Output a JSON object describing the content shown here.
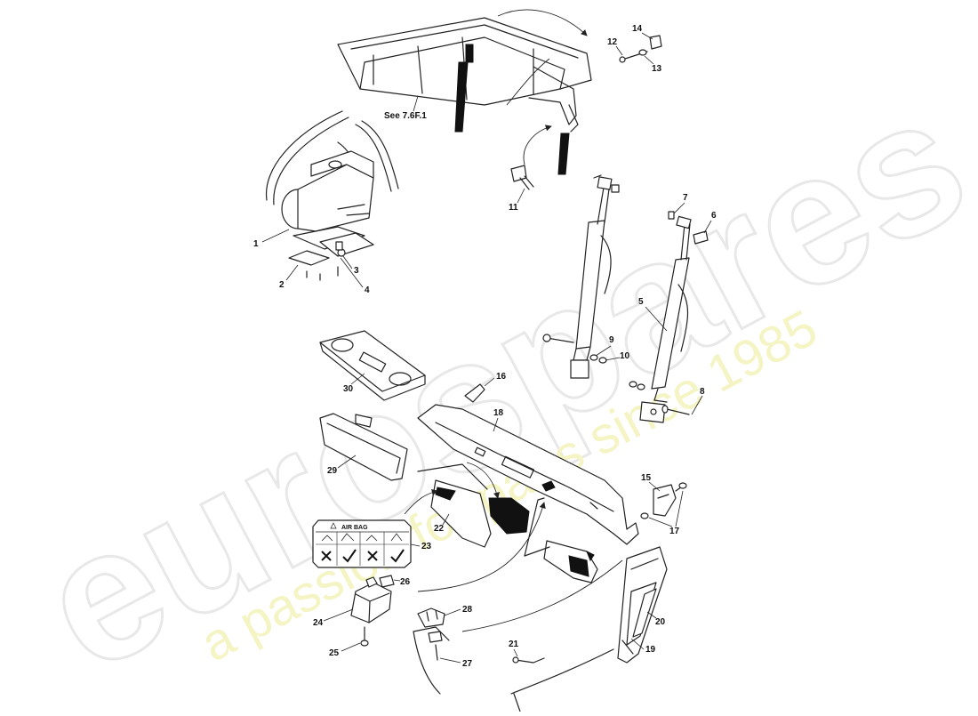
{
  "watermark": {
    "brand": "eurospares",
    "tagline": "a passion for parts since 1985"
  },
  "diagram": {
    "reference_note": "See 7.6F.1",
    "callouts": [
      "1",
      "2",
      "3",
      "4",
      "5",
      "6",
      "7",
      "8",
      "9",
      "10",
      "11",
      "12",
      "13",
      "14",
      "15",
      "16",
      "17",
      "18",
      "19",
      "20",
      "21",
      "22",
      "23",
      "24",
      "25",
      "26",
      "27",
      "28",
      "29",
      "30"
    ],
    "label_panel": {
      "title": "AIR BAG"
    }
  }
}
